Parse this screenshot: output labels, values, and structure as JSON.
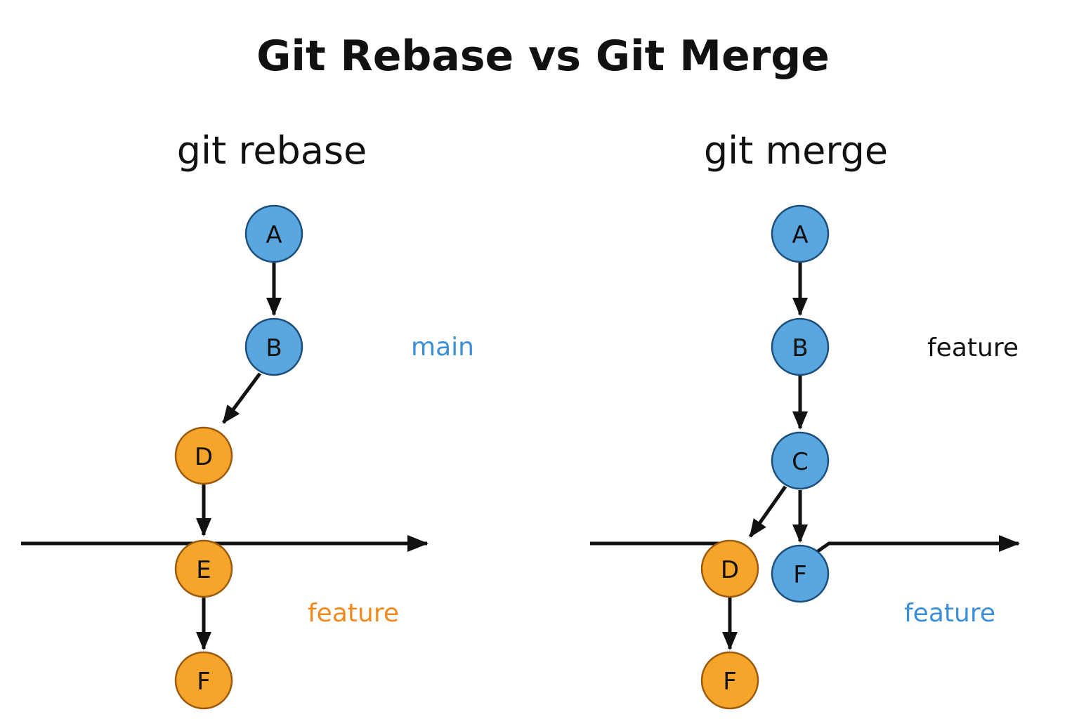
{
  "title": "Git Rebase vs Git Merge",
  "colors": {
    "main_fill": "#5aa7df",
    "main_stroke": "#1d4f7c",
    "feature_fill": "#f5a52a",
    "feature_stroke": "#9a5a10",
    "label_blue": "#3a8fd6",
    "label_orange": "#f08a1f",
    "label_dark": "#111111"
  },
  "panels": [
    {
      "id": "rebase",
      "heading": "git rebase",
      "commits": [
        {
          "id": "A",
          "label": "A",
          "branch": "main"
        },
        {
          "id": "B",
          "label": "B",
          "branch": "main"
        },
        {
          "id": "D",
          "label": "D",
          "branch": "feature"
        },
        {
          "id": "E",
          "label": "E",
          "branch": "feature"
        },
        {
          "id": "F",
          "label": "F",
          "branch": "feature"
        }
      ],
      "edges": [
        [
          "A",
          "B"
        ],
        [
          "B",
          "D"
        ],
        [
          "D",
          "E"
        ],
        [
          "E",
          "F"
        ]
      ],
      "branch_labels": [
        {
          "text": "main",
          "color": "label_blue"
        },
        {
          "text": "feature",
          "color": "label_orange"
        }
      ]
    },
    {
      "id": "merge",
      "heading": "git merge",
      "commits": [
        {
          "id": "A",
          "label": "A",
          "branch": "main"
        },
        {
          "id": "B",
          "label": "B",
          "branch": "main"
        },
        {
          "id": "C",
          "label": "C",
          "branch": "main"
        },
        {
          "id": "D",
          "label": "D",
          "branch": "feature"
        },
        {
          "id": "F1",
          "label": "F",
          "branch": "main"
        },
        {
          "id": "F2",
          "label": "F",
          "branch": "feature"
        }
      ],
      "edges": [
        [
          "A",
          "B"
        ],
        [
          "B",
          "C"
        ],
        [
          "C",
          "D"
        ],
        [
          "C",
          "F1"
        ],
        [
          "D",
          "F2"
        ]
      ],
      "branch_labels": [
        {
          "text": "feature",
          "color": "label_dark"
        },
        {
          "text": "feature",
          "color": "label_blue"
        }
      ]
    }
  ]
}
